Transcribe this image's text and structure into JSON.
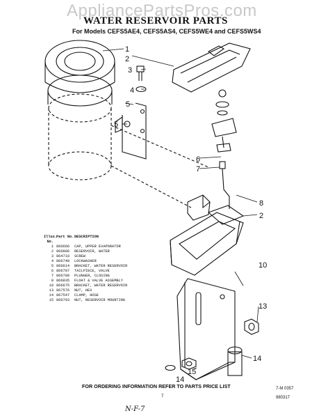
{
  "watermark": "AppliancePartsPros.com",
  "header": {
    "title": "WATER RESERVOIR PARTS",
    "subtitle": "For Models CEFS5AE4, CEFS5AS4, CEFS5WE4 and CEFS5WS4"
  },
  "callouts": [
    "1",
    "2",
    "3",
    "4",
    "5",
    "5",
    "6",
    "7",
    "8",
    "2",
    "10",
    "13",
    "14",
    "15",
    "14"
  ],
  "parts_list": {
    "headers": [
      "Illus. No.",
      "Part No.",
      "DESCRIPTION"
    ],
    "rows": [
      [
        "1",
        "866666",
        "CAP, UPPER EVAPORATOR"
      ],
      [
        "2",
        "866886",
        "RESERVOIR, WATER"
      ],
      [
        "3",
        "864733",
        "SCREW"
      ],
      [
        "4",
        "866740",
        "LOCKWASHER"
      ],
      [
        "5",
        "866614",
        "BRACKET, WATER RESERVOIR"
      ],
      [
        "6",
        "866787",
        "TAILPIECE, VALVE"
      ],
      [
        "7",
        "866789",
        "PLUNGER, CLOSING"
      ],
      [
        "8",
        "866835",
        "FLOAT & VALVE ASSEMBLY"
      ],
      [
        "10",
        "866675",
        "BRACKET, WATER RESERVOIR"
      ],
      [
        "13",
        "867576",
        "NUT, HEX"
      ],
      [
        "14",
        "867547",
        "CLAMP, HOSE"
      ],
      [
        "15",
        "866793",
        "NUT, RESERVOIR MOUNTING"
      ]
    ]
  },
  "footer": {
    "order_note": "FOR ORDERING INFORMATION REFER TO PARTS PRICE LIST",
    "page": "7",
    "drawing_code": "7-M 0357",
    "date_code": "980317",
    "handwritten": "N-F-7"
  }
}
